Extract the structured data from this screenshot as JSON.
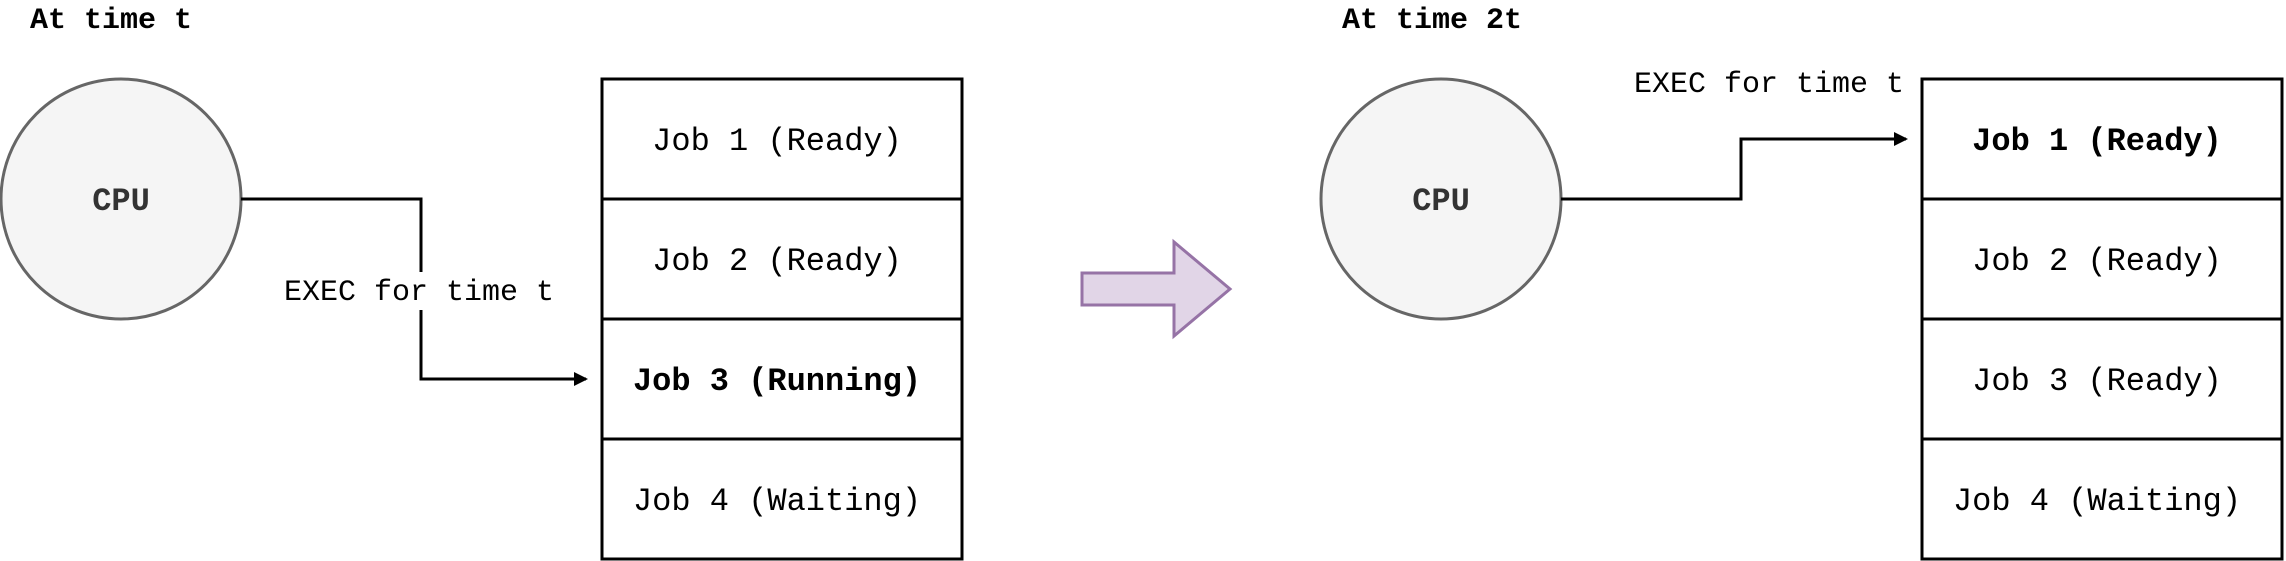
{
  "left": {
    "title": "At time t",
    "cpu_label": "CPU",
    "edge_label": "EXEC for time t",
    "jobs": [
      {
        "label": "Job 1 (Ready)",
        "bold": false
      },
      {
        "label": "Job 2 (Ready)",
        "bold": false
      },
      {
        "label": "Job 3 (Running)",
        "bold": true
      },
      {
        "label": "Job 4 (Waiting)",
        "bold": false
      }
    ]
  },
  "right": {
    "title": "At time 2t",
    "cpu_label": "CPU",
    "edge_label": "EXEC for time t",
    "jobs": [
      {
        "label": "Job 1 (Ready)",
        "bold": true
      },
      {
        "label": "Job 2 (Ready)",
        "bold": false
      },
      {
        "label": "Job 3 (Ready)",
        "bold": false
      },
      {
        "label": "Job 4 (Waiting)",
        "bold": false
      }
    ]
  },
  "colors": {
    "cpu_fill": "#f5f5f5",
    "cpu_stroke": "#666666",
    "transition_arrow_fill": "#e1d5e7",
    "transition_arrow_stroke": "#9673a6"
  }
}
